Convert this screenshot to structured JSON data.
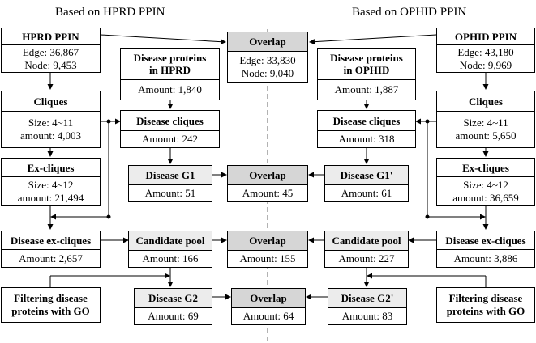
{
  "headings": {
    "left": "Based on HPRD PPIN",
    "right": "Based on OPHID PPIN"
  },
  "left": {
    "ppin": {
      "title": "HPRD PPIN",
      "line1": "Edge: 36,867",
      "line2": "Node: 9,453"
    },
    "disease_proteins": {
      "title_line1": "Disease proteins",
      "title_line2": "in HPRD",
      "line1": "Amount: 1,840"
    },
    "cliques": {
      "title": "Cliques",
      "line1": "Size: 4~11",
      "line2": "amount: 4,003"
    },
    "disease_cliques": {
      "title": "Disease cliques",
      "line1": "Amount: 242"
    },
    "ex_cliques": {
      "title": "Ex-cliques",
      "line1": "Size: 4~12",
      "line2": "amount: 21,494"
    },
    "disease_g1": {
      "title": "Disease G1",
      "line1": "Amount: 51"
    },
    "disease_ex_cliques": {
      "title": "Disease ex-cliques",
      "line1": "Amount: 2,657"
    },
    "candidate_pool": {
      "title": "Candidate pool",
      "line1": "Amount: 166"
    },
    "filtering": {
      "line1": "Filtering disease",
      "line2": "proteins  with GO"
    },
    "disease_g2": {
      "title": "Disease G2",
      "line1": "Amount: 69"
    }
  },
  "right": {
    "ppin": {
      "title": "OPHID PPIN",
      "line1": "Edge: 43,180",
      "line2": "Node: 9,969"
    },
    "disease_proteins": {
      "title_line1": "Disease proteins",
      "title_line2": "in OPHID",
      "line1": "Amount: 1,887"
    },
    "cliques": {
      "title": "Cliques",
      "line1": "Size: 4~11",
      "line2": "amount: 5,650"
    },
    "disease_cliques": {
      "title": "Disease cliques",
      "line1": "Amount: 318"
    },
    "ex_cliques": {
      "title": "Ex-cliques",
      "line1": "Size: 4~12",
      "line2": "amount: 36,659"
    },
    "disease_g1": {
      "title": "Disease G1'",
      "line1": "Amount: 61"
    },
    "disease_ex_cliques": {
      "title": "Disease ex-cliques",
      "line1": "Amount: 3,886"
    },
    "candidate_pool": {
      "title": "Candidate pool",
      "line1": "Amount: 227"
    },
    "filtering": {
      "line1": "Filtering disease",
      "line2": "proteins  with GO"
    },
    "disease_g2": {
      "title": "Disease G2'",
      "line1": "Amount: 83"
    }
  },
  "center": {
    "overlap_ppin": {
      "title": "Overlap",
      "line1": "Edge: 33,830",
      "line2": "Node: 9,040"
    },
    "overlap_g1": {
      "title": "Overlap",
      "line1": "Amount: 45"
    },
    "overlap_pool": {
      "title": "Overlap",
      "line1": "Amount: 155"
    },
    "overlap_g2": {
      "title": "Overlap",
      "line1": "Amount: 64"
    }
  }
}
